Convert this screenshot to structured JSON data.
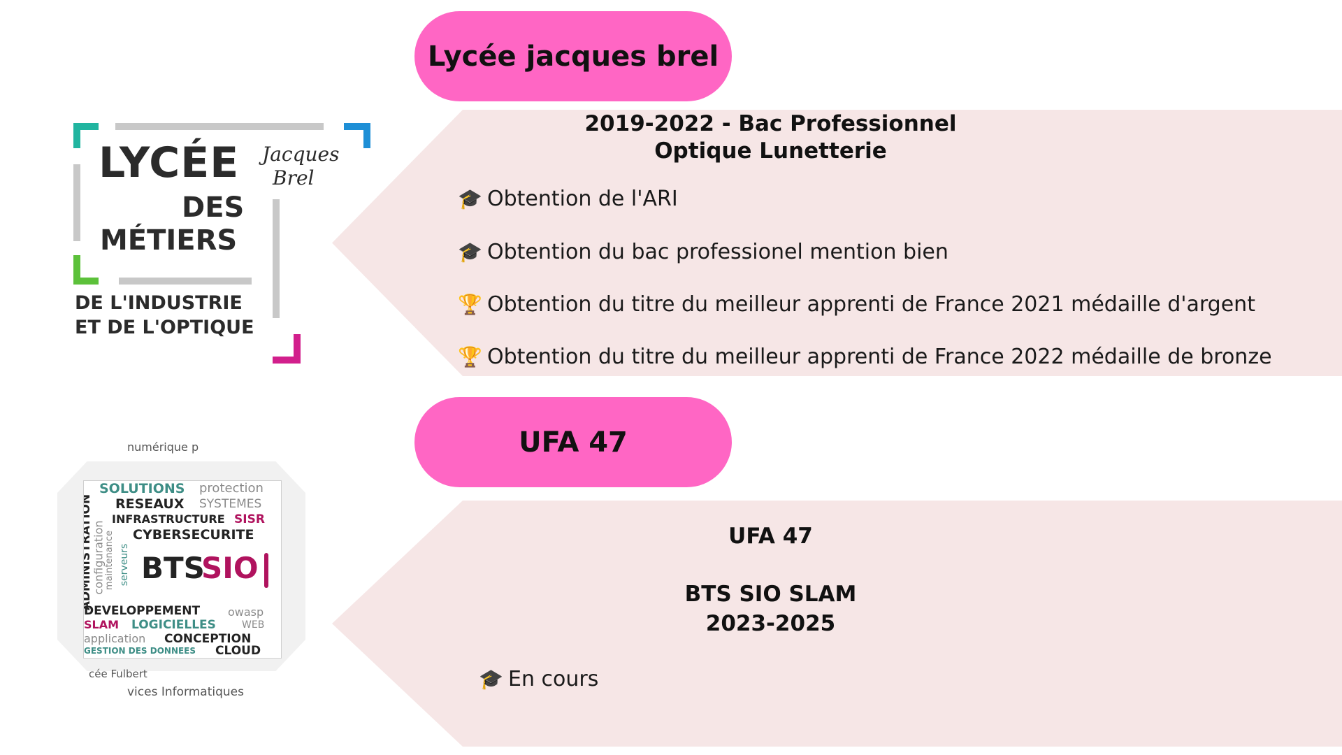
{
  "section1": {
    "pill_title": "Lycée jacques brel",
    "panel_title_line1": "2019-2022 - Bac Professionnel",
    "panel_title_line2": "Optique Lunetterie",
    "items": [
      {
        "icon": "🎓",
        "text": "Obtention de l'ARI"
      },
      {
        "icon": "🎓",
        "text": "Obtention du bac professionel mention bien"
      },
      {
        "icon": "🏆",
        "text": "Obtention du titre du meilleur apprenti de France 2021 médaille d'argent"
      },
      {
        "icon": "🏆",
        "text": "Obtention du titre du meilleur apprenti de France 2022 médaille de bronze"
      }
    ]
  },
  "section2": {
    "pill_title": "UFA 47",
    "panel_title_line1": "UFA 47",
    "panel_title_line2": "BTS SIO SLAM",
    "panel_title_line3": "2023-2025",
    "items": [
      {
        "icon": "🎓",
        "text": "En cours"
      }
    ]
  },
  "logo_lycee": {
    "line1": "LYCÉE",
    "line2": "DES",
    "line3": "MÉTIERS",
    "script1": "Jacques",
    "script2": "Brel",
    "line4": "DE L'INDUSTRIE",
    "line5": "ET DE L'OPTIQUE",
    "colors": {
      "teal": "#21b5a0",
      "blue": "#1e8fd6",
      "green": "#5cc13a",
      "magenta": "#d21f8c",
      "grey": "#c8c8c8"
    }
  },
  "logo_bts": {
    "caption_top": "numérique p",
    "words": {
      "solutions": "SOLUTIONS",
      "protection": "protection",
      "reseaux": "RESEAUX",
      "systemes": "SYSTEMES",
      "infrastructure": "INFRASTRUCTURE",
      "sisr": "SISR",
      "cybersecurite": "CYBERSECURITE",
      "administration": "ADMINISTRATION",
      "configuration": "configuration",
      "maintenance": "maintenance",
      "serveurs": "serveurs",
      "bts": "BTS",
      "sio": "SIO",
      "developpement": "DEVELOPPEMENT",
      "owasp": "owasp",
      "slam": "SLAM",
      "logicielles": "LOGICIELLES",
      "web": "WEB",
      "application": "application",
      "conception": "CONCEPTION",
      "gestion": "GESTION DES DONNEES",
      "cloud": "CLOUD"
    },
    "caption_bottom1": "cée Fulbert",
    "caption_bottom2": "vices Informatiques"
  }
}
